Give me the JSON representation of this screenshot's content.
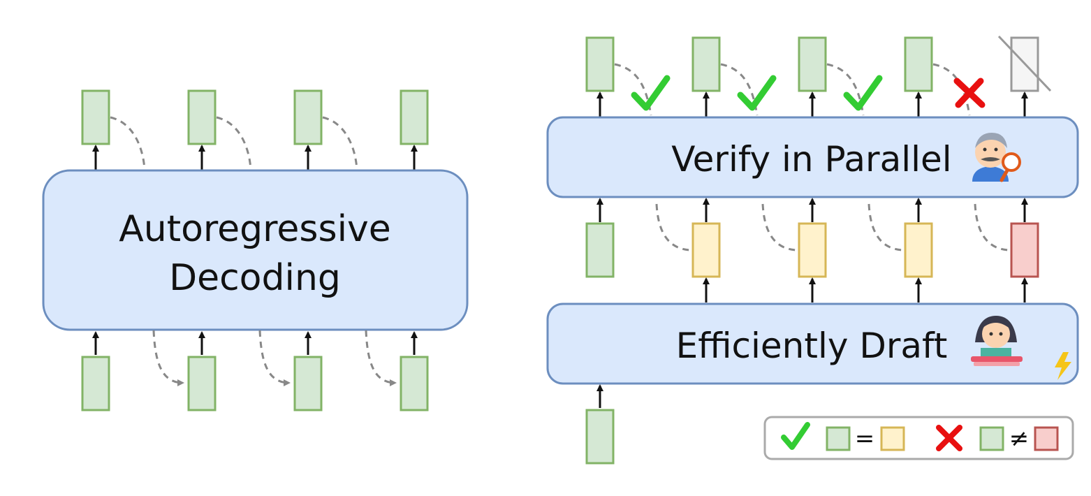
{
  "left_panel": {
    "block_line1": "Autoregressive",
    "block_line2": "Decoding"
  },
  "right_panel": {
    "verify_label": "Verify in Parallel",
    "draft_label": "Efficiently Draft",
    "verify_results": [
      "accept",
      "accept",
      "accept",
      "reject"
    ]
  },
  "legend": {
    "accept_symbol": "=",
    "reject_symbol": "≠"
  },
  "colors": {
    "block_fill": "#dae8fc",
    "block_stroke": "#6c8ebf",
    "token_green_fill": "#d5e8d4",
    "token_green_stroke": "#82b366",
    "token_yellow_fill": "#fff2cc",
    "token_yellow_stroke": "#d6b656",
    "token_red_fill": "#f8cecc",
    "token_red_stroke": "#b85450",
    "token_gray_fill": "#f5f5f5",
    "token_gray_stroke": "#999999",
    "check": "#33cc33",
    "cross": "#e81010",
    "lightning": "#f5c518"
  }
}
